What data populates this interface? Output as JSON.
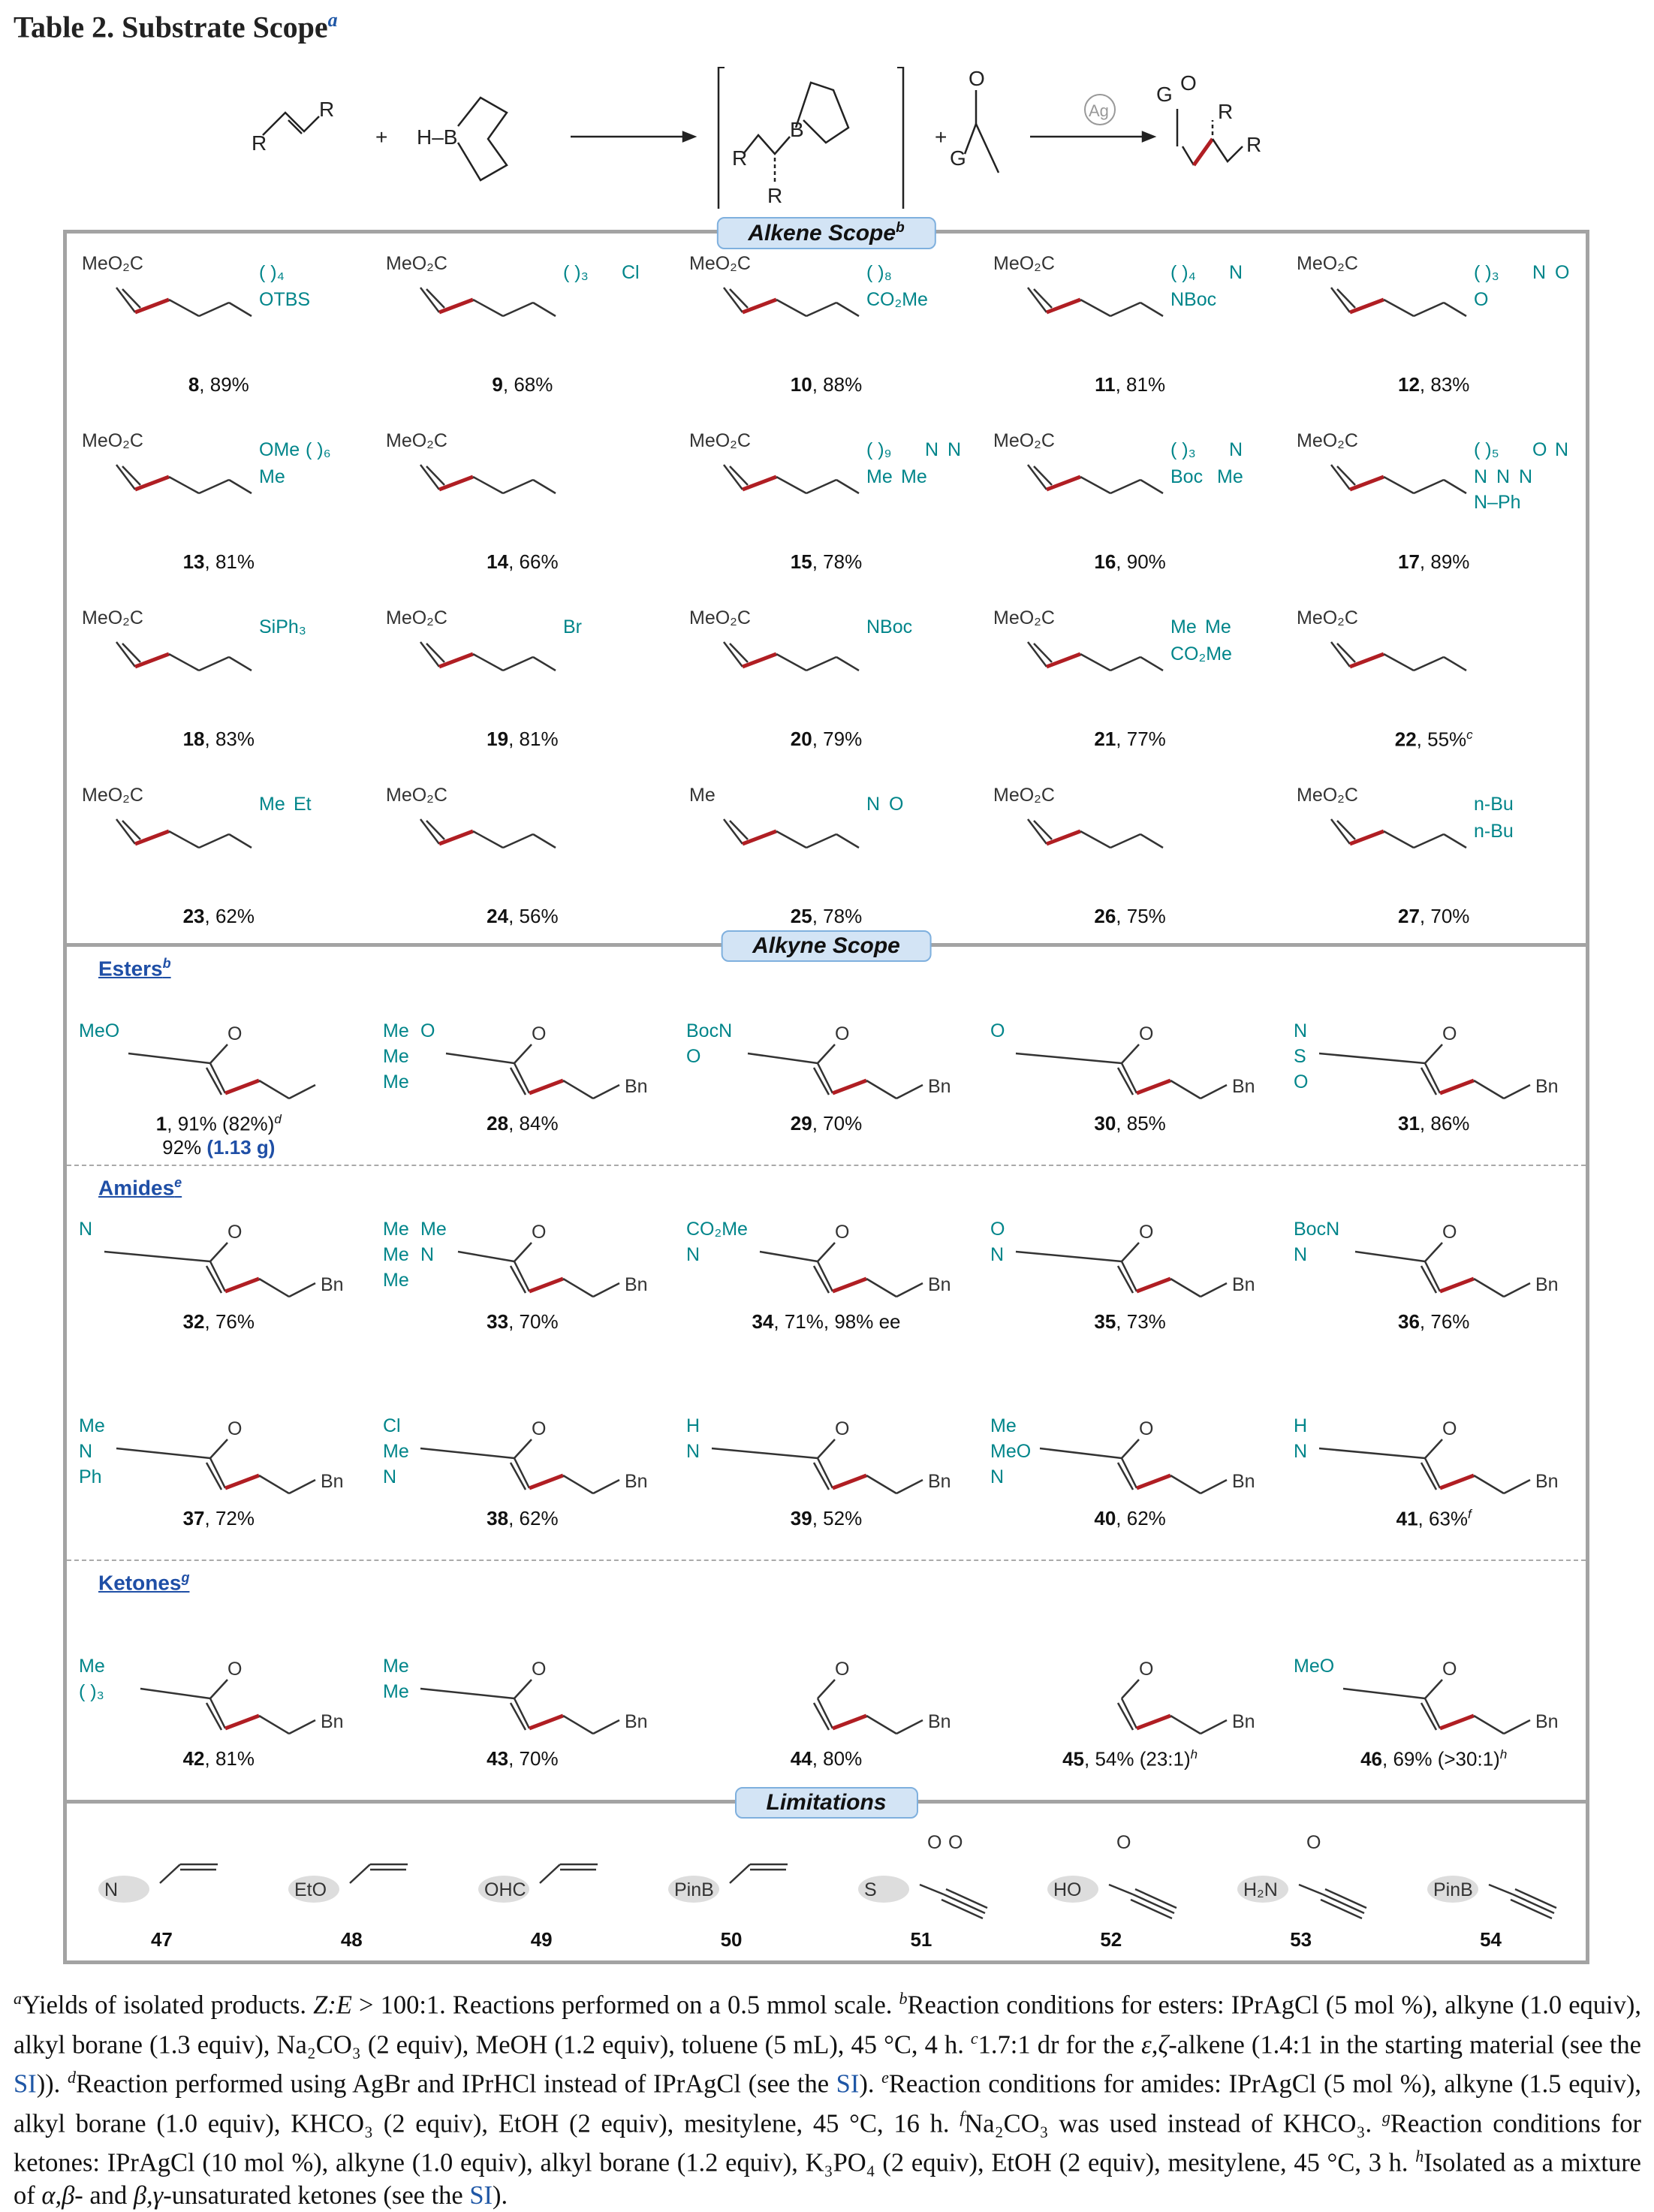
{
  "title": {
    "text": "Table 2. Substrate Scope",
    "mark": "a"
  },
  "scheme": {
    "labels": [
      "R",
      "R",
      "+",
      "H–B",
      "R",
      "B",
      "R",
      "+",
      "O",
      "G",
      "Ag",
      "G",
      "O",
      "R",
      "R"
    ]
  },
  "colors": {
    "red_bond": "#b01e23",
    "teal": "#00858a",
    "pill": "#d3e4f5",
    "link": "#1f57a6",
    "frame": "#a3a3a3"
  },
  "sections": {
    "alkene": {
      "label": "Alkene Scope",
      "mark": "b",
      "compounds": [
        {
          "id": "8",
          "yield": "89%",
          "labels": [
            "MeO₂C",
            "( )₄",
            "OTBS"
          ]
        },
        {
          "id": "9",
          "yield": "68%",
          "labels": [
            "MeO₂C",
            "( )₃",
            "Cl"
          ]
        },
        {
          "id": "10",
          "yield": "88%",
          "labels": [
            "MeO₂C",
            "( )₈",
            "CO₂Me"
          ]
        },
        {
          "id": "11",
          "yield": "81%",
          "labels": [
            "MeO₂C",
            "( )₄",
            "N",
            "NBoc"
          ]
        },
        {
          "id": "12",
          "yield": "83%",
          "labels": [
            "MeO₂C",
            "( )₃",
            "N",
            "O",
            "O"
          ]
        },
        {
          "id": "13",
          "yield": "81%",
          "labels": [
            "MeO₂C",
            "OMe",
            "( )₆",
            "Me"
          ]
        },
        {
          "id": "14",
          "yield": "66%",
          "labels": [
            "MeO₂C"
          ]
        },
        {
          "id": "15",
          "yield": "78%",
          "labels": [
            "MeO₂C",
            "( )₉",
            "N",
            "N",
            "Me",
            "Me"
          ]
        },
        {
          "id": "16",
          "yield": "90%",
          "labels": [
            "MeO₂C",
            "( )₃",
            "N",
            "Boc",
            "Me"
          ]
        },
        {
          "id": "17",
          "yield": "89%",
          "labels": [
            "MeO₂C",
            "( )₅",
            "O",
            "N",
            "N",
            "N",
            "N",
            "N–Ph"
          ]
        },
        {
          "id": "18",
          "yield": "83%",
          "labels": [
            "MeO₂C",
            "SiPh₃"
          ]
        },
        {
          "id": "19",
          "yield": "81%",
          "labels": [
            "MeO₂C",
            "Br"
          ]
        },
        {
          "id": "20",
          "yield": "79%",
          "labels": [
            "MeO₂C",
            "NBoc"
          ]
        },
        {
          "id": "21",
          "yield": "77%",
          "labels": [
            "MeO₂C",
            "Me",
            "Me",
            "CO₂Me"
          ]
        },
        {
          "id": "22",
          "yield": "55%",
          "mark": "c",
          "labels": [
            "MeO₂C"
          ]
        },
        {
          "id": "23",
          "yield": "62%",
          "labels": [
            "MeO₂C",
            "Me",
            "Et"
          ]
        },
        {
          "id": "24",
          "yield": "56%",
          "labels": [
            "MeO₂C"
          ]
        },
        {
          "id": "25",
          "yield": "78%",
          "labels": [
            "Me",
            "N",
            "O"
          ]
        },
        {
          "id": "26",
          "yield": "75%",
          "labels": [
            "MeO₂C"
          ]
        },
        {
          "id": "27",
          "yield": "70%",
          "labels": [
            "MeO₂C",
            "n-Bu",
            "n-Bu"
          ]
        }
      ]
    },
    "alkyne": {
      "label": "Alkyne Scope"
    },
    "esters": {
      "label": "Esters",
      "mark": "b",
      "compounds": [
        {
          "id": "1",
          "yield": "91% (82%)",
          "mark": "d",
          "line2": "92% ",
          "line2_blue": "(1.13 g)",
          "labels": [
            "MeO",
            "O"
          ]
        },
        {
          "id": "28",
          "yield": "84%",
          "labels": [
            "Me",
            "Me",
            "Me",
            "O",
            "O",
            "Bn"
          ]
        },
        {
          "id": "29",
          "yield": "70%",
          "labels": [
            "BocN",
            "O",
            "O",
            "Bn"
          ]
        },
        {
          "id": "30",
          "yield": "85%",
          "labels": [
            "O",
            "O",
            "Bn"
          ]
        },
        {
          "id": "31",
          "yield": "86%",
          "labels": [
            "N",
            "S",
            "O",
            "O",
            "Bn"
          ]
        }
      ]
    },
    "amides": {
      "label": "Amides",
      "mark": "e",
      "compounds": [
        {
          "id": "32",
          "yield": "76%",
          "labels": [
            "N",
            "O",
            "Bn"
          ]
        },
        {
          "id": "33",
          "yield": "70%",
          "labels": [
            "Me",
            "Me",
            "Me",
            "Me",
            "N",
            "O",
            "Bn"
          ]
        },
        {
          "id": "34",
          "yield": "71%, 98% ee",
          "labels": [
            "CO₂Me",
            "N",
            "O",
            "Bn"
          ]
        },
        {
          "id": "35",
          "yield": "73%",
          "labels": [
            "O",
            "N",
            "O",
            "Bn"
          ]
        },
        {
          "id": "36",
          "yield": "76%",
          "labels": [
            "BocN",
            "N",
            "O",
            "Bn"
          ]
        },
        {
          "id": "37",
          "yield": "72%",
          "labels": [
            "Me",
            "N",
            "Ph",
            "O",
            "Bn"
          ]
        },
        {
          "id": "38",
          "yield": "62%",
          "labels": [
            "Cl",
            "Me",
            "N",
            "O",
            "Bn"
          ]
        },
        {
          "id": "39",
          "yield": "52%",
          "labels": [
            "H",
            "N",
            "O",
            "Bn"
          ]
        },
        {
          "id": "40",
          "yield": "62%",
          "labels": [
            "Me",
            "MeO",
            "N",
            "O",
            "Bn"
          ]
        },
        {
          "id": "41",
          "yield": "63%",
          "mark": "f",
          "labels": [
            "H",
            "N",
            "O",
            "Bn"
          ]
        }
      ]
    },
    "ketones": {
      "label": "Ketones",
      "mark": "g",
      "compounds": [
        {
          "id": "42",
          "yield": "81%",
          "labels": [
            "Me",
            "( )₃",
            "O",
            "Bn"
          ]
        },
        {
          "id": "43",
          "yield": "70%",
          "labels": [
            "Me",
            "Me",
            "O",
            "Bn"
          ]
        },
        {
          "id": "44",
          "yield": "80%",
          "labels": [
            "O",
            "Bn"
          ]
        },
        {
          "id": "45",
          "yield": "54% (23:1)",
          "mark": "h",
          "labels": [
            "O",
            "Bn"
          ]
        },
        {
          "id": "46",
          "yield": "69% (>30:1)",
          "mark": "h",
          "labels": [
            "MeO",
            "O",
            "Bn"
          ]
        }
      ]
    },
    "limitations": {
      "label": "Limitations",
      "compounds": [
        {
          "id": "47",
          "labels": [
            "N"
          ],
          "kind": "vinyl"
        },
        {
          "id": "48",
          "labels": [
            "EtO"
          ],
          "kind": "vinyl"
        },
        {
          "id": "49",
          "labels": [
            "OHC"
          ],
          "kind": "vinyl"
        },
        {
          "id": "50",
          "labels": [
            "PinB"
          ],
          "kind": "vinyl"
        },
        {
          "id": "51",
          "labels": [
            "S",
            "O",
            "O"
          ],
          "kind": "alkyne"
        },
        {
          "id": "52",
          "labels": [
            "HO",
            "O"
          ],
          "kind": "alkyne"
        },
        {
          "id": "53",
          "labels": [
            "H₂N",
            "O"
          ],
          "kind": "alkyne"
        },
        {
          "id": "54",
          "labels": [
            "PinB"
          ],
          "kind": "alkyne"
        }
      ]
    }
  },
  "footnotes": [
    {
      "t": "sup",
      "v": "a"
    },
    {
      "t": "text",
      "v": "Yields of isolated products. "
    },
    {
      "t": "i",
      "v": "Z:E"
    },
    {
      "t": "text",
      "v": " > 100:1. Reactions performed on a 0.5 mmol scale. "
    },
    {
      "t": "sup",
      "v": "b"
    },
    {
      "t": "text",
      "v": "Reaction conditions for esters: IPrAgCl (5 mol %), alkyne (1.0 equiv), alkyl borane (1.3 equiv), Na₂CO₃ (2 equiv), MeOH (1.2 equiv), toluene (5 mL), 45 °C, 4 h. "
    },
    {
      "t": "sup",
      "v": "c"
    },
    {
      "t": "text",
      "v": "1.7:1 dr for the "
    },
    {
      "t": "i",
      "v": "ε,ζ"
    },
    {
      "t": "text",
      "v": "-alkene (1.4:1 in the starting material (see the "
    },
    {
      "t": "link",
      "v": "SI"
    },
    {
      "t": "text",
      "v": ")). "
    },
    {
      "t": "sup",
      "v": "d"
    },
    {
      "t": "text",
      "v": "Reaction performed using AgBr and IPrHCl instead of IPrAgCl (see the "
    },
    {
      "t": "link",
      "v": "SI"
    },
    {
      "t": "text",
      "v": "). "
    },
    {
      "t": "sup",
      "v": "e"
    },
    {
      "t": "text",
      "v": "Reaction conditions for amides: IPrAgCl (5 mol %), alkyne (1.5 equiv), alkyl borane (1.0 equiv), KHCO₃ (2 equiv), EtOH (2 equiv), mesitylene, 45 °C, 16 h. "
    },
    {
      "t": "sup",
      "v": "f"
    },
    {
      "t": "text",
      "v": "Na₂CO₃ was used instead of KHCO₃. "
    },
    {
      "t": "sup",
      "v": "g"
    },
    {
      "t": "text",
      "v": "Reaction conditions for ketones: IPrAgCl (10 mol %), alkyne (1.0 equiv), alkyl borane (1.2 equiv), K₃PO₄ (2 equiv), EtOH (2 equiv), mesitylene, 45 °C, 3 h. "
    },
    {
      "t": "sup",
      "v": "h"
    },
    {
      "t": "text",
      "v": "Isolated as a mixture of "
    },
    {
      "t": "i",
      "v": "α,β"
    },
    {
      "t": "text",
      "v": "- and "
    },
    {
      "t": "i",
      "v": "β,γ"
    },
    {
      "t": "text",
      "v": "-unsaturated ketones (see the "
    },
    {
      "t": "link",
      "v": "SI"
    },
    {
      "t": "text",
      "v": ")."
    }
  ]
}
